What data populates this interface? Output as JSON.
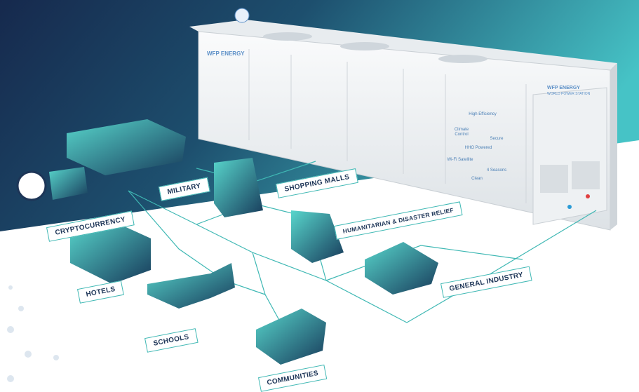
{
  "brand": {
    "logo_text": "WFP ENERGY",
    "subtitle": "WORLD POWER STATION"
  },
  "colors": {
    "dark": "#1d3557",
    "teal": "#3fb8b4",
    "container": "#f1f3f5"
  },
  "container_features": [
    "High Efficiency",
    "Climate Control",
    "Secure",
    "HHO Powered",
    "Wi-Fi Satellite",
    "4 Seasons",
    "Clean"
  ],
  "applications": [
    {
      "label": "CRYPTOCURRENCY"
    },
    {
      "label": "MILITARY"
    },
    {
      "label": "SHOPPING MALLS"
    },
    {
      "label": "HUMANITARIAN & DISASTER RELIEF"
    },
    {
      "label": "HOTELS"
    },
    {
      "label": "SCHOOLS"
    },
    {
      "label": "GENERAL INDUSTRY"
    },
    {
      "label": "COMMUNITIES"
    }
  ]
}
